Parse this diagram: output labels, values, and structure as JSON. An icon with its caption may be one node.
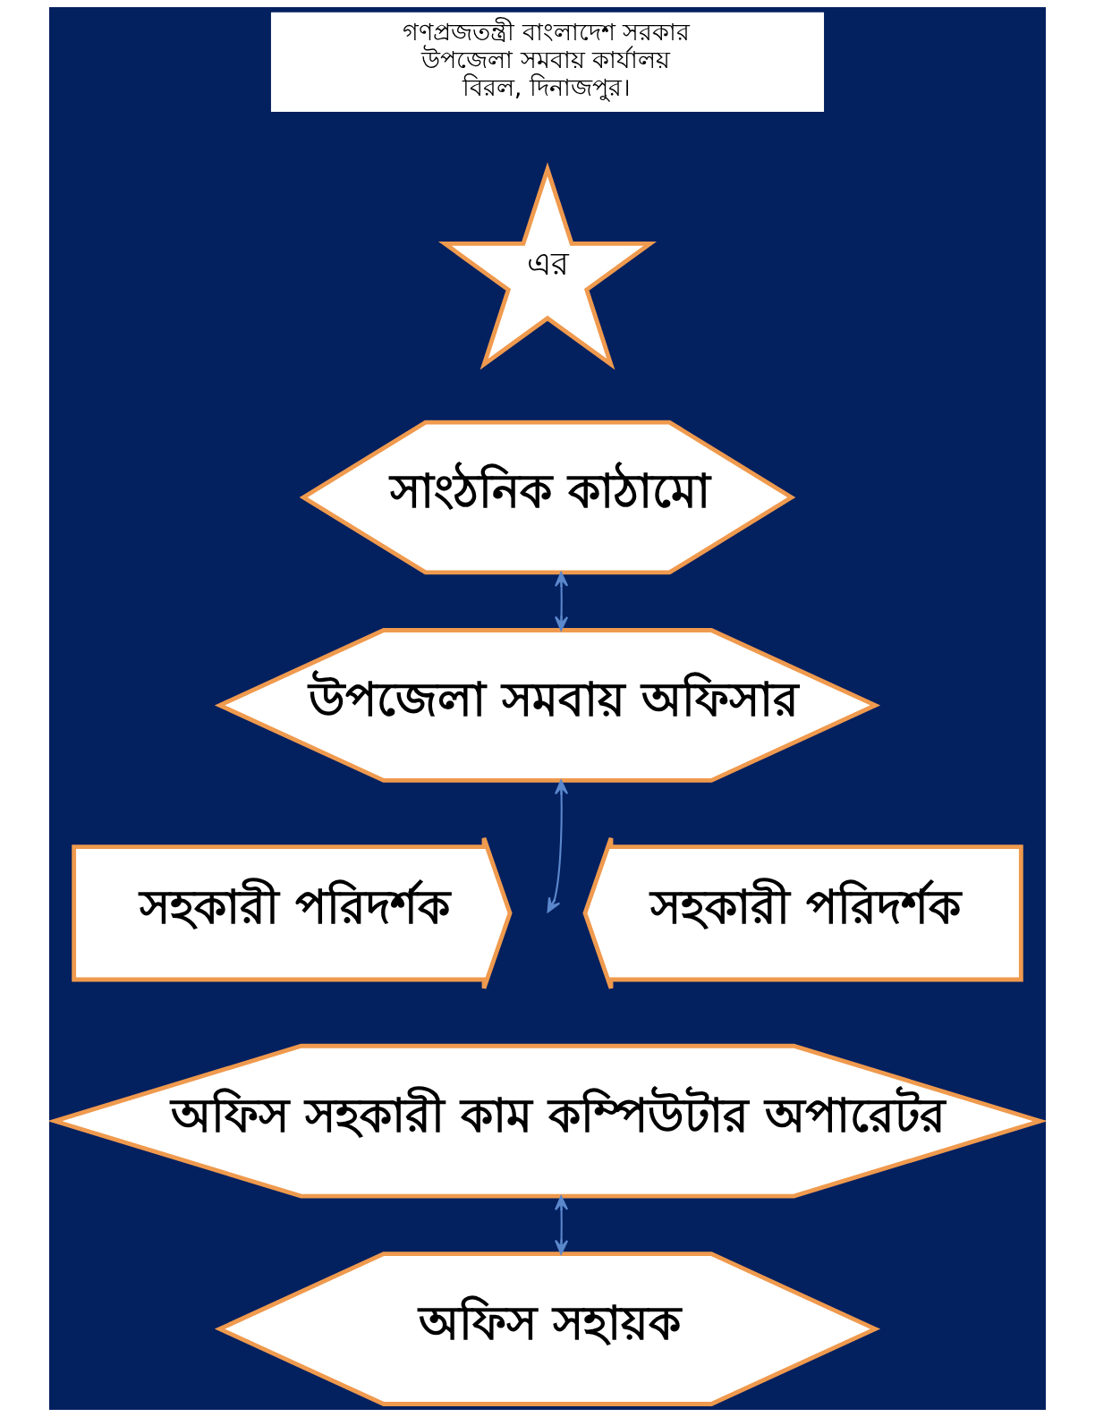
{
  "diagram": {
    "nodes": [
      {
        "text": [
          "গণপ্রজতন্ত্রী বাংলাদেশ সরকার",
          "উপজেলা সমবায় কার্যালয়",
          "বিরল, দিনাজপুর।"
        ]
      },
      {
        "text": [
          "এর"
        ]
      },
      {
        "text": [
          "সাংঠনিক কাঠামো"
        ]
      },
      {
        "text": [
          "উপজেলা সমবায় অফিসার"
        ]
      },
      {
        "text": [
          "সহকারী পরিদর্শক"
        ]
      },
      {
        "text": [
          "সহকারী পরিদর্শক"
        ]
      },
      {
        "text": [
          "অফিস সহকারী কাম কম্পিউটার অপারেটর"
        ]
      },
      {
        "text": [
          "অফিস সহায়ক"
        ]
      }
    ],
    "edges": [
      {
        "from": 2,
        "to": 3,
        "arrow": "both"
      },
      {
        "from": 3,
        "to": null,
        "arrow": "both"
      },
      {
        "from": 6,
        "to": 7,
        "arrow": "both"
      }
    ]
  }
}
